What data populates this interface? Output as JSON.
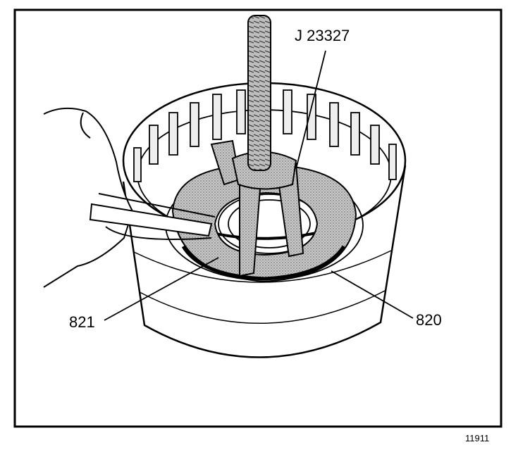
{
  "labels": {
    "tool": "J 23327",
    "part_a": "821",
    "part_b": "820"
  },
  "figure_number": "11911",
  "colors": {
    "ink": "#000000",
    "paper": "#ffffff",
    "shade": "#bdbdbd"
  }
}
